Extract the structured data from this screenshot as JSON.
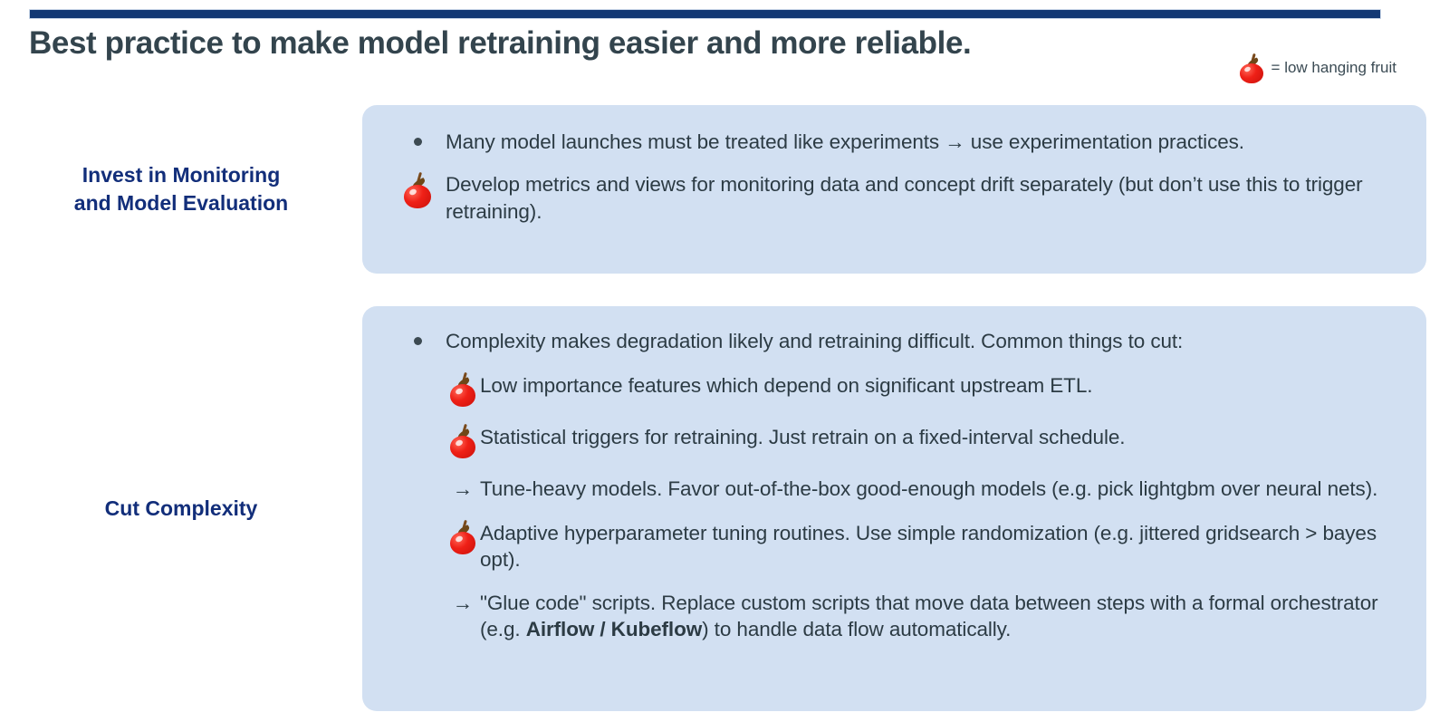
{
  "header": {
    "title": "Best practice to make model retraining easier and more reliable.",
    "legend_icon": "apple-icon",
    "legend_text": "= low hanging fruit",
    "rule_color": "#123874",
    "title_color": "#33444d"
  },
  "theme": {
    "card_bg": "#d2e0f2",
    "label_color": "#122E7A",
    "body_color": "#2c3b44",
    "fruit_color": "#ef2017"
  },
  "rows": [
    {
      "label": "Invest in Monitoring\nand Model Evaluation",
      "label_line1": "Invest in Monitoring",
      "label_line2": "and Model Evaluation",
      "bullets": [
        {
          "marker": "dot",
          "text": "Many model launches must be treated like experiments → use experimentation practices."
        },
        {
          "marker": "apple-icon",
          "text": "Develop metrics and views for monitoring data and concept drift separately (but don’t use this to trigger retraining)."
        }
      ]
    },
    {
      "label": "Cut Complexity",
      "label_line1": "Cut Complexity",
      "label_line2": "",
      "bullets": [
        {
          "marker": "dot",
          "text": "Complexity makes degradation likely and retraining difficult. Common things to cut:"
        }
      ],
      "sub_items": [
        {
          "marker": "apple-icon",
          "text": "Low importance features which depend on significant upstream ETL."
        },
        {
          "marker": "apple-icon",
          "text": "Statistical triggers for retraining. Just retrain on a fixed-interval schedule."
        },
        {
          "marker": "arrow",
          "arrow_glyph": "→",
          "text": "Tune-heavy models. Favor out-of-the-box good-enough models (e.g. pick lightgbm over neural nets)."
        },
        {
          "marker": "apple-icon",
          "text": "Adaptive hyperparameter tuning routines. Use simple randomization (e.g. jittered gridsearch > bayes opt)."
        },
        {
          "marker": "arrow",
          "arrow_glyph": "→",
          "text_before": "\"Glue code\" scripts. Replace custom scripts that move data between steps with a formal orchestrator (e.g. ",
          "text_bold": "Airflow / Kubeflow",
          "text_after": ") to handle data flow automatically."
        }
      ]
    }
  ]
}
